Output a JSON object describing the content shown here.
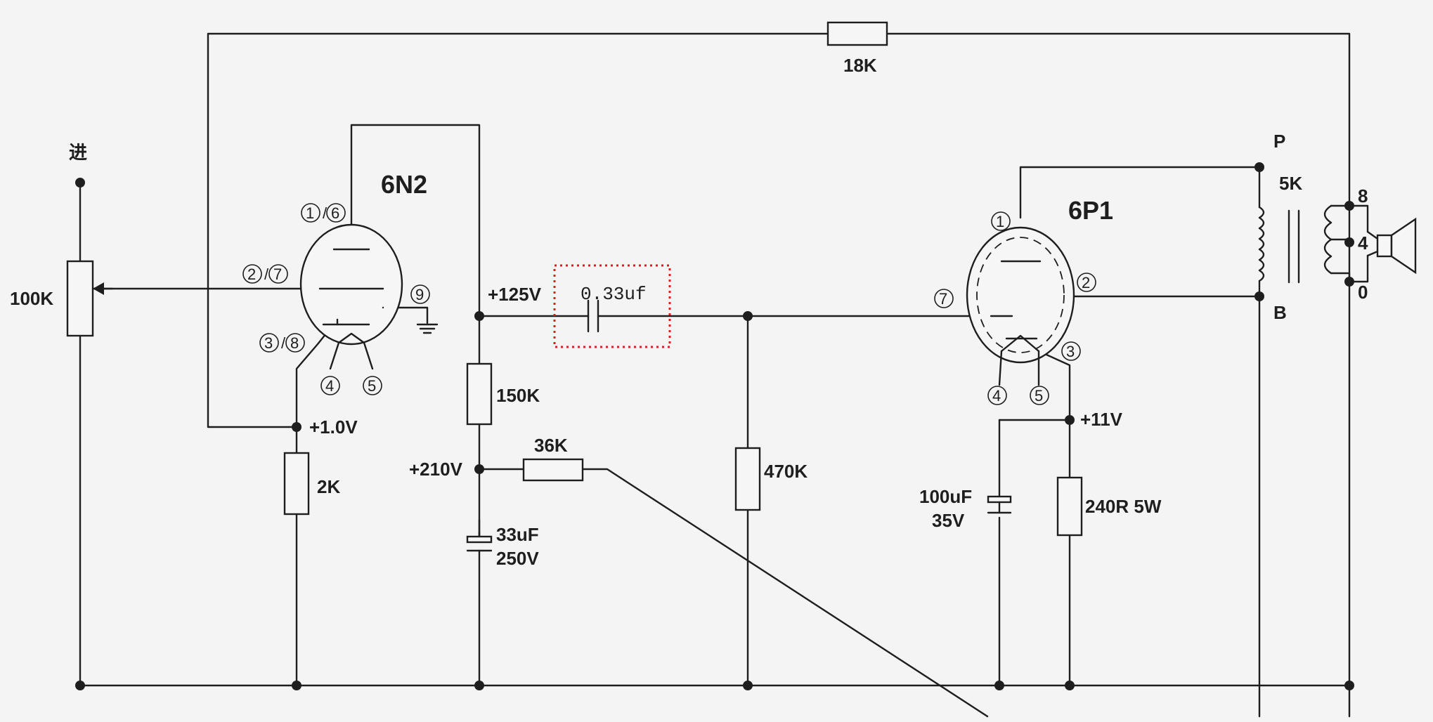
{
  "tubes": {
    "preamp": {
      "name": "6N2",
      "pins": {
        "plate": "1",
        "plate_b": "6",
        "grid": "2",
        "grid_b": "7",
        "cathode": "3",
        "cathode_b": "8",
        "heater_a": "4",
        "heater_b": "5",
        "shield": "9"
      }
    },
    "power": {
      "name": "6P1",
      "pins": {
        "plate": "1",
        "screen": "2",
        "grid": "7",
        "cathode": "3",
        "heater_a": "4",
        "heater_b": "5"
      }
    }
  },
  "labels": {
    "input": "进",
    "pot": "100K",
    "feedback": "18K",
    "cathode_res": "2K",
    "cathode_volt": "+1.0V",
    "plate_res": "150K",
    "plate_volt": "+125V",
    "supply_volt": "+210V",
    "decoupling_res": "36K",
    "filter_cap": "33uF",
    "filter_cap_v": "250V",
    "coupling_cap": "0.33uf",
    "grid_leak": "470K",
    "bypass_cap": "100uF",
    "bypass_cap_v": "35V",
    "cathode_volt_power": "+11V",
    "cathode_res_power": "240R 5W",
    "transformer_p": "P",
    "transformer_b": "B",
    "transformer_imp": "5K",
    "tap_8": "8",
    "tap_4": "4",
    "tap_0": "0"
  },
  "highlight": {
    "target": "coupling-capacitor",
    "color": "#d62020"
  }
}
